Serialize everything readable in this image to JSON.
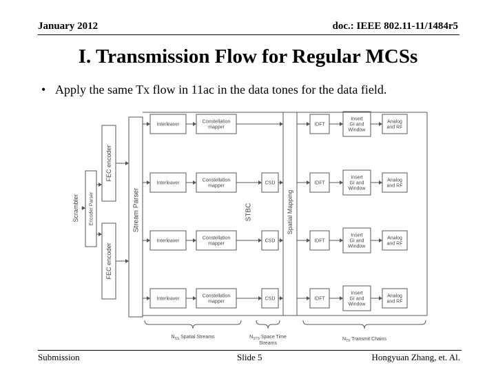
{
  "header": {
    "date": "January 2012",
    "doc": "doc.: IEEE 802.11-11/1484r5"
  },
  "title": "I. Transmission Flow for Regular MCSs",
  "bullet": "Apply the same Tx flow in 11ac in the data tones for the data field.",
  "footer": {
    "left": "Submission",
    "center": "Slide 5",
    "right": "Hongyuan Zhang, et. Al."
  },
  "diagram": {
    "scrambler": "Scrambler",
    "encoder_parser": "Encoder Parser",
    "fec_encoder": "FEC encoder",
    "stream_parser": "Stream Parser",
    "stbc": "STBC",
    "spatial_mapping": "Spatial Mapping",
    "interleaver": "Interleaver",
    "constellation": [
      "Constellation",
      "mapper"
    ],
    "csd": "CSD",
    "idft": "IDFT",
    "gi_window": [
      "Insert",
      "GI and",
      "Window"
    ],
    "analog_rf": [
      "Analog",
      "and RF"
    ],
    "braces": [
      {
        "prefix": "N",
        "sub": "SS",
        "text": " Spatial Streams"
      },
      {
        "prefix": "N",
        "sub": "STS",
        "text": " Space Time",
        "line2": "Streams"
      },
      {
        "prefix": "N",
        "sub": "TX",
        "text": " Transmit Chains"
      }
    ]
  }
}
